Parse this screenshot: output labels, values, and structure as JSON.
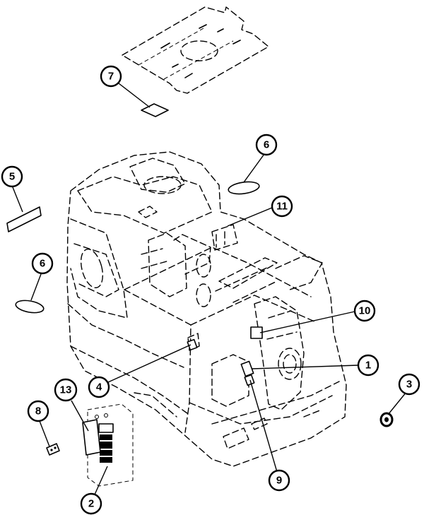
{
  "figure": {
    "callouts": [
      {
        "id": "c1",
        "label": "1"
      },
      {
        "id": "c2",
        "label": "2"
      },
      {
        "id": "c3",
        "label": "3"
      },
      {
        "id": "c4",
        "label": "4"
      },
      {
        "id": "c5",
        "label": "5"
      },
      {
        "id": "c6a",
        "label": "6"
      },
      {
        "id": "c6b",
        "label": "6"
      },
      {
        "id": "c7",
        "label": "7"
      },
      {
        "id": "c8",
        "label": "8"
      },
      {
        "id": "c9",
        "label": "9"
      },
      {
        "id": "c10",
        "label": "10"
      },
      {
        "id": "c11",
        "label": "11"
      },
      {
        "id": "c13",
        "label": "13"
      }
    ]
  }
}
